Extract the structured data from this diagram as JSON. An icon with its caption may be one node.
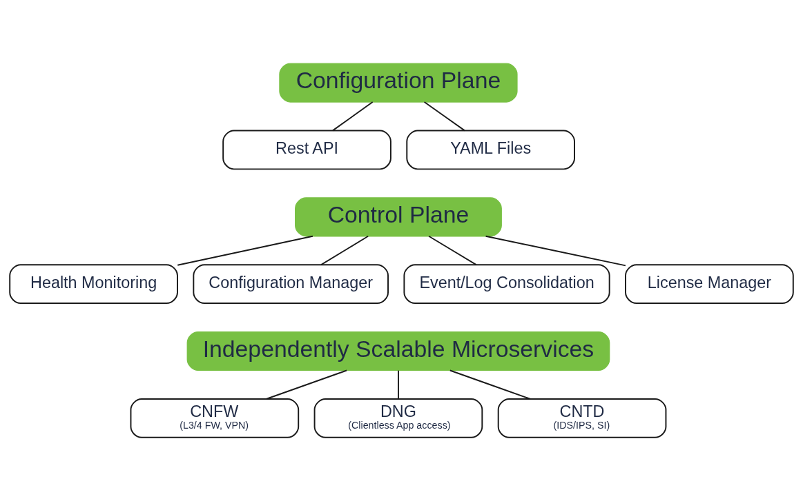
{
  "diagram": {
    "nodes": [
      {
        "text": [
          "Configuration Plane"
        ]
      },
      {
        "text": [
          "Rest API"
        ]
      },
      {
        "text": [
          "YAML Files"
        ]
      },
      {
        "text": [
          "Control Plane"
        ]
      },
      {
        "text": [
          "Health Monitoring"
        ]
      },
      {
        "text": [
          "Configuration Manager"
        ]
      },
      {
        "text": [
          "Event/Log Consolidation"
        ]
      },
      {
        "text": [
          "License Manager"
        ]
      },
      {
        "text": [
          "Independently Scalable Microservices"
        ]
      },
      {
        "text": [
          "CNFW",
          "(L3/4 FW, VPN)"
        ]
      },
      {
        "text": [
          "DNG",
          "(Clientless App access)"
        ]
      },
      {
        "text": [
          "CNTD",
          "(IDS/IPS, SI)"
        ]
      }
    ],
    "edges": [
      {
        "from": 0,
        "to": 1,
        "arrow": "none"
      },
      {
        "from": 0,
        "to": 2,
        "arrow": "none"
      },
      {
        "from": 3,
        "to": 4,
        "arrow": "none"
      },
      {
        "from": 3,
        "to": 5,
        "arrow": "none"
      },
      {
        "from": 3,
        "to": 6,
        "arrow": "none"
      },
      {
        "from": 3,
        "to": 7,
        "arrow": "none"
      },
      {
        "from": 8,
        "to": 9,
        "arrow": "none"
      },
      {
        "from": 8,
        "to": 10,
        "arrow": "none"
      },
      {
        "from": 8,
        "to": 11,
        "arrow": "none"
      }
    ]
  }
}
